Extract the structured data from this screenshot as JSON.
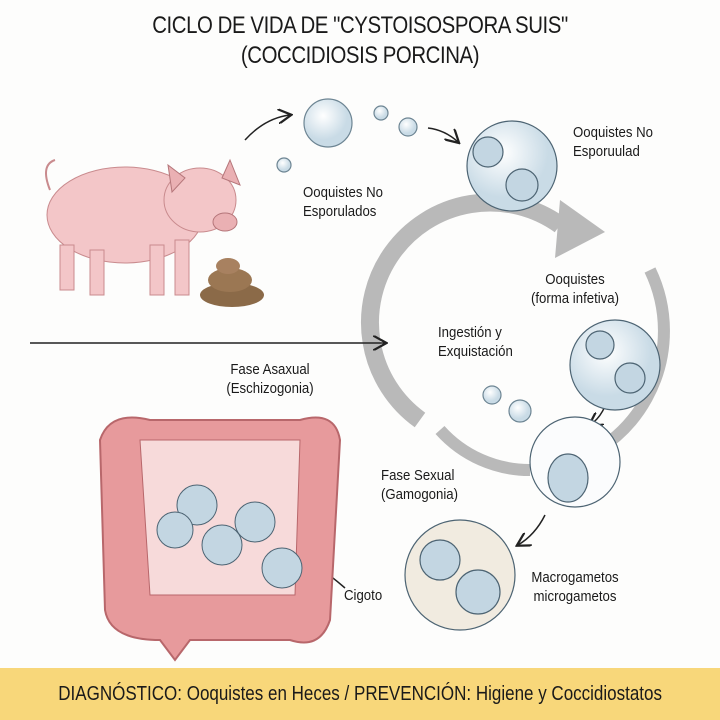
{
  "title": {
    "line1": "CICLO DE VIDA DE \"CYSTOISOSPORA SUIS\"",
    "line2": "(COCCIDIOSIS PORCINA)"
  },
  "labels": {
    "unsporulated_left": [
      "Ooquistes No",
      "Esporulados"
    ],
    "unsporulated_right": [
      "Ooquistes No",
      "Esporuulad"
    ],
    "infective": [
      "Ooquistes",
      "(forma infetiva)"
    ],
    "ingestion": [
      "Ingestión y",
      "Exquistación"
    ],
    "asexual": [
      "Fase Asaxual",
      "(Eschizogonia)"
    ],
    "sexual": [
      "Fase Sexual",
      "(Gamogonia)"
    ],
    "gametes": [
      "Macrogametos",
      "microgametos"
    ],
    "zygote": "Cigoto"
  },
  "footer": "DIAGNÓSTICO: Ooquistes en Heces / PREVENCIÓN: Higiene y Coccidiostatos",
  "colors": {
    "footer_bg": "#f8d77a",
    "cycle_arrow": "#b9b9b9",
    "pig": "#f3c6c8",
    "intestine": "#e79a9c"
  }
}
